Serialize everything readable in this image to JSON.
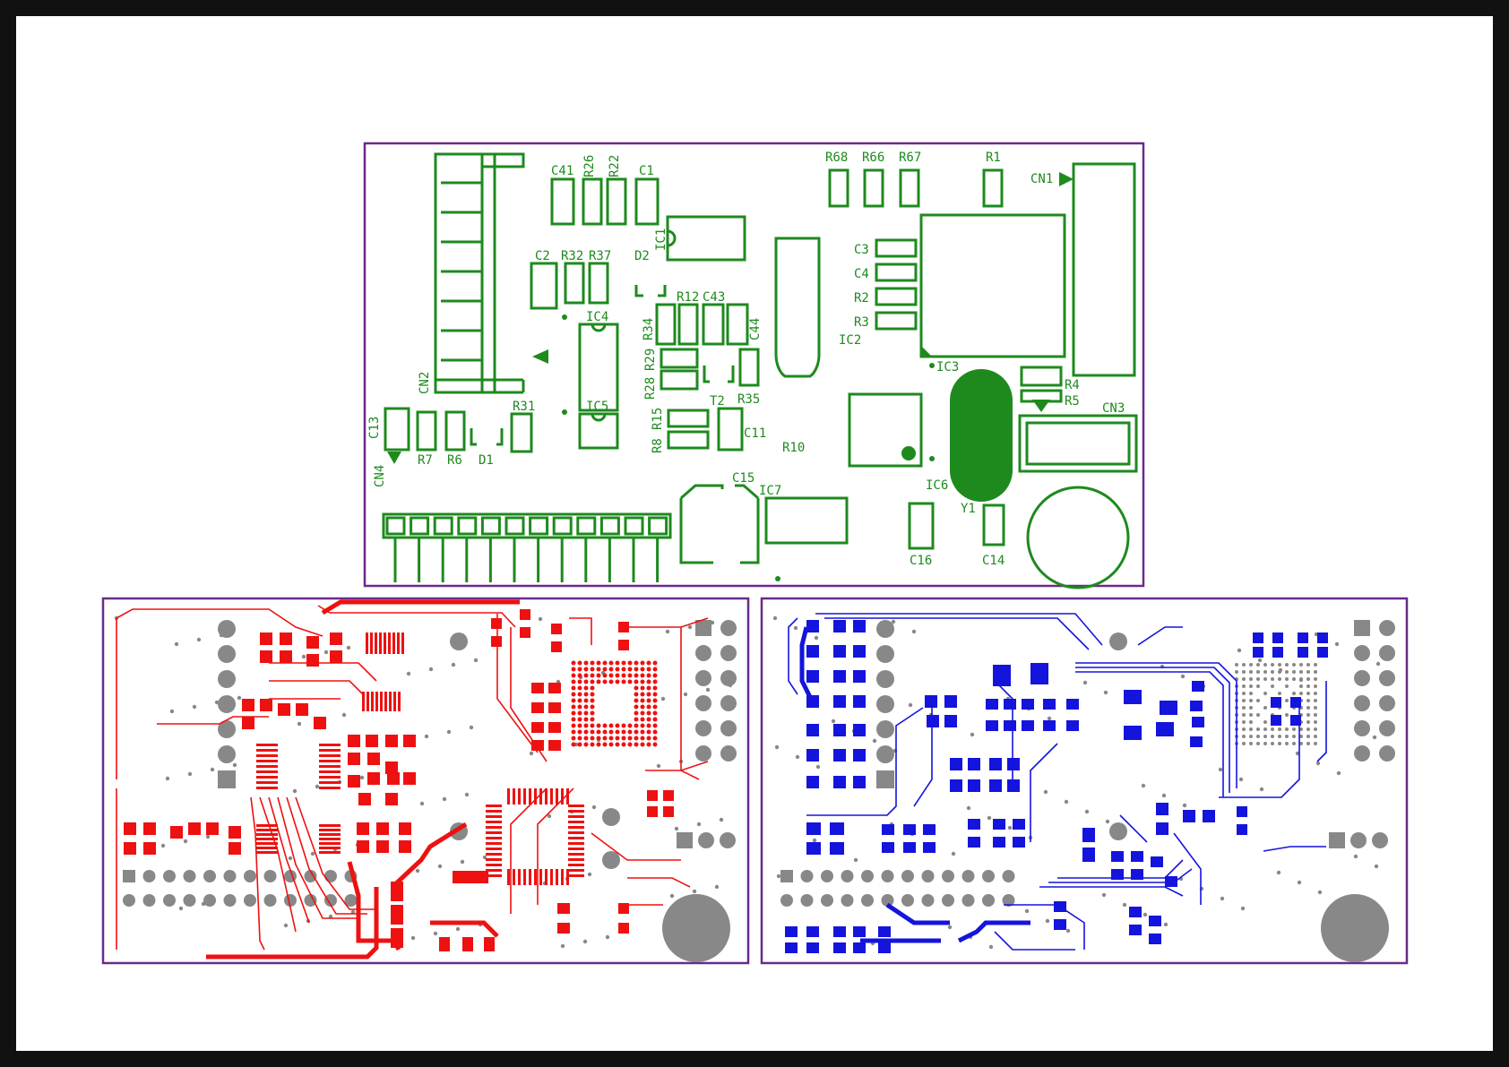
{
  "top_layer": {
    "color": "#1e8a1e",
    "components": [
      "C41",
      "R26",
      "R22",
      "C1",
      "R68",
      "R66",
      "R67",
      "R1",
      "CN1",
      "IC1",
      "C2",
      "R32",
      "R37",
      "D2",
      "C3",
      "C4",
      "R2",
      "R3",
      "IC2",
      "IC4",
      "R12",
      "C43",
      "R34",
      "C44",
      "R29",
      "R28",
      "IC3",
      "R4",
      "R5",
      "CN2",
      "R31",
      "IC5",
      "T2",
      "R35",
      "CN3",
      "C13",
      "R15",
      "R8",
      "C11",
      "R10",
      "R7",
      "R6",
      "D1",
      "CN4",
      "C15",
      "IC7",
      "IC6",
      "Y1",
      "C16",
      "C14"
    ]
  },
  "bottom_layer_1": {
    "color": "#ee1111"
  },
  "bottom_layer_2": {
    "color": "#1414dd"
  },
  "board_outline_color": "#6a2a8a"
}
